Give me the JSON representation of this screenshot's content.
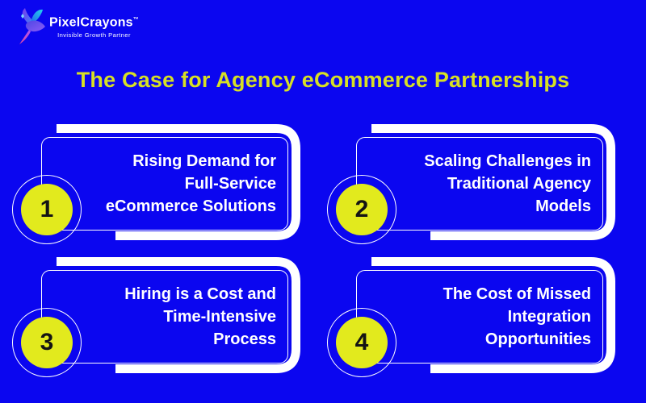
{
  "colors": {
    "background": "#0b06f0",
    "card_fill": "#0b06f0",
    "card_border": "#ffffff",
    "accent_bracket": "#ffffff",
    "title_text": "#d7e024",
    "badge_fill": "#e2ea1d",
    "badge_number": "#141414",
    "card_text": "#ffffff",
    "logo_text": "#ffffff"
  },
  "logo": {
    "icon": "hummingbird-logo-icon",
    "brand": "PixelCrayons",
    "trademark": "™",
    "tagline": "Invisible Growth Partner"
  },
  "title": "The Case for Agency eCommerce Partnerships",
  "cards": [
    {
      "number": "1",
      "lines": [
        "Rising Demand for",
        "Full-Service",
        "eCommerce Solutions"
      ]
    },
    {
      "number": "2",
      "lines": [
        "Scaling Challenges in",
        "Traditional Agency",
        "Models"
      ]
    },
    {
      "number": "3",
      "lines": [
        "Hiring is a Cost and",
        "Time-Intensive",
        "Process"
      ]
    },
    {
      "number": "4",
      "lines": [
        "The Cost of Missed",
        "Integration",
        "Opportunities"
      ]
    }
  ]
}
